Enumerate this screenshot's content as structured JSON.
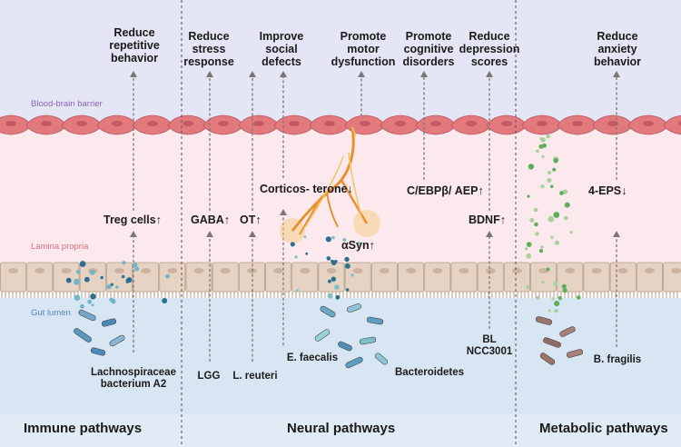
{
  "colors": {
    "top_bg": "#e4e6f6",
    "lamina_bg": "#fbe9ee",
    "gut_bg": "#d8e6f4",
    "footer_bg": "#e1ebf5",
    "bbb_label": "#8a63b8",
    "lamina_label": "#d9707f",
    "gut_label": "#4f86bf",
    "nerve": "#e8912e",
    "cells": "#e6d3c3",
    "endothelium": "#e1797d"
  },
  "layers": {
    "bbb": "Blood-brain barrier",
    "lamina": "Lamina propria",
    "gut": "Gut lumen"
  },
  "pathways": {
    "immune": "Immune pathways",
    "neural": "Neural pathways",
    "metabolic": "Metabolic pathways"
  },
  "effects": {
    "repetitive": "Reduce\nrepetitive\nbehavior",
    "stress": "Reduce\nstress\nresponse",
    "social": "Improve\nsocial\ndefects",
    "motor": "Promote\nmotor\ndysfunction",
    "cognitive": "Promote\ncognitive\ndisorders",
    "depression": "Reduce\ndepression\nscores",
    "anxiety": "Reduce\nanxiety\nbehavior"
  },
  "mediators": {
    "treg": "Treg cells↑",
    "gaba": "GABA↑",
    "ot": "OT↑",
    "cortico": "Corticos-\nterone↓",
    "asyn": "αSyn↑",
    "cebp": "C/EBPβ/\nAEP↑",
    "bdnf": "BDNF↑",
    "eps": "4-EPS↓"
  },
  "microbes": {
    "lachno": "Lachnospiraceae\nbacterium A2",
    "lgg": "LGG",
    "reuteri": "L. reuteri",
    "faecalis": "E. faecalis",
    "bacteroidetes": "Bacteroidetes",
    "bl": "BL\nNCC3001",
    "fragilis": "B. fragilis"
  }
}
